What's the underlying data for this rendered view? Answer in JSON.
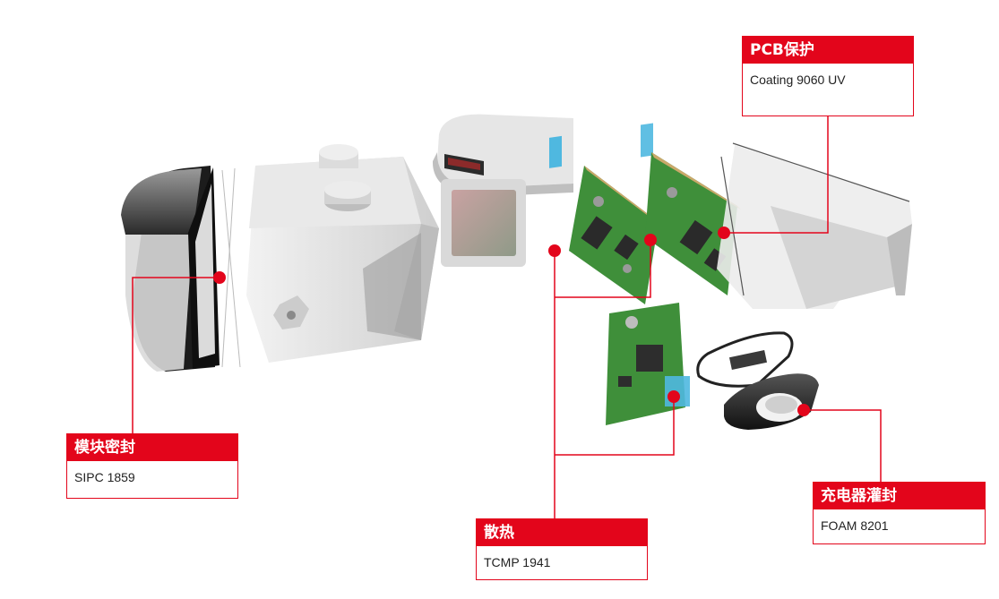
{
  "colors": {
    "accent": "#e3051b",
    "text": "#222222",
    "component_light": "#e4e4e4",
    "component_dark": "#2c2c2c",
    "pcb_green": "#3f8f3a",
    "thermal_pad_blue": "#4fb8e0"
  },
  "callouts": {
    "pcb_protection": {
      "title": "PCB保护",
      "product": "Coating 9060 UV"
    },
    "module_sealing": {
      "title": "模块密封",
      "product": "SIPC 1859"
    },
    "heat_dissipation": {
      "title": "散热",
      "product": "TCMP 1941"
    },
    "charger_potting": {
      "title": "充电器灌封",
      "product": "FOAM 8201"
    }
  }
}
